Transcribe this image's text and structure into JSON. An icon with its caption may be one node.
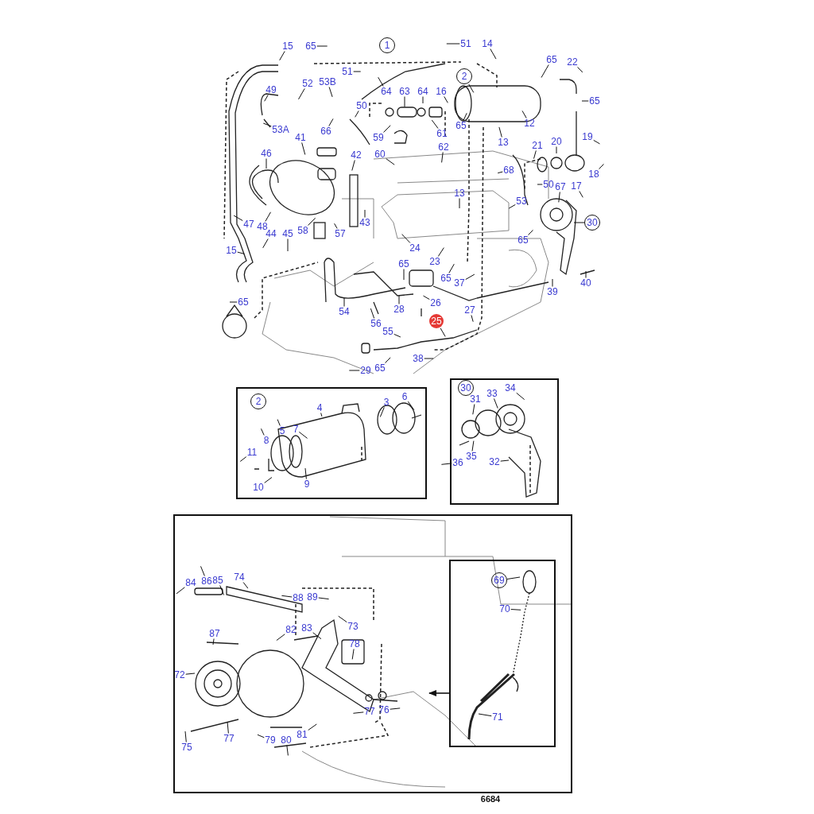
{
  "diagram": {
    "nodes": [
      {
        "text": [
          "15"
        ]
      },
      {
        "text": [
          "65"
        ]
      },
      {
        "text": [
          "1"
        ]
      },
      {
        "text": [
          "51"
        ]
      },
      {
        "text": [
          "14"
        ]
      },
      {
        "text": [
          "65"
        ]
      },
      {
        "text": [
          "22"
        ]
      },
      {
        "text": [
          "2"
        ]
      },
      {
        "text": [
          "49"
        ]
      },
      {
        "text": [
          "52"
        ]
      },
      {
        "text": [
          "53B"
        ]
      },
      {
        "text": [
          "51"
        ]
      },
      {
        "text": [
          "64"
        ]
      },
      {
        "text": [
          "63"
        ]
      },
      {
        "text": [
          "64"
        ]
      },
      {
        "text": [
          "16"
        ]
      },
      {
        "text": [
          "65"
        ]
      },
      {
        "text": [
          "50"
        ]
      },
      {
        "text": [
          "61"
        ]
      },
      {
        "text": [
          "65"
        ]
      },
      {
        "text": [
          "12"
        ]
      },
      {
        "text": [
          "53A"
        ]
      },
      {
        "text": [
          "41"
        ]
      },
      {
        "text": [
          "66"
        ]
      },
      {
        "text": [
          "59"
        ]
      },
      {
        "text": [
          "62"
        ]
      },
      {
        "text": [
          "13"
        ]
      },
      {
        "text": [
          "19"
        ]
      },
      {
        "text": [
          "20"
        ]
      },
      {
        "text": [
          "21"
        ]
      },
      {
        "text": [
          "46"
        ]
      },
      {
        "text": [
          "42"
        ]
      },
      {
        "text": [
          "60"
        ]
      },
      {
        "text": [
          "68"
        ]
      },
      {
        "text": [
          "18"
        ]
      },
      {
        "text": [
          "50"
        ]
      },
      {
        "text": [
          "17"
        ]
      },
      {
        "text": [
          "67"
        ]
      },
      {
        "text": [
          "13"
        ]
      },
      {
        "text": [
          "53"
        ]
      },
      {
        "text": [
          "30"
        ]
      },
      {
        "text": [
          "43"
        ]
      },
      {
        "text": [
          "47"
        ]
      },
      {
        "text": [
          "48"
        ]
      },
      {
        "text": [
          "58"
        ]
      },
      {
        "text": [
          "44"
        ]
      },
      {
        "text": [
          "45"
        ]
      },
      {
        "text": [
          "57"
        ]
      },
      {
        "text": [
          "65"
        ]
      },
      {
        "text": [
          "24"
        ]
      },
      {
        "text": [
          "15"
        ]
      },
      {
        "text": [
          "23"
        ]
      },
      {
        "text": [
          "65"
        ]
      },
      {
        "text": [
          "65"
        ]
      },
      {
        "text": [
          "40"
        ]
      },
      {
        "text": [
          "37"
        ]
      },
      {
        "text": [
          "39"
        ]
      },
      {
        "text": [
          "65"
        ]
      },
      {
        "text": [
          "26"
        ]
      },
      {
        "text": [
          "28"
        ]
      },
      {
        "text": [
          "27"
        ]
      },
      {
        "text": [
          "54"
        ]
      },
      {
        "text": [
          "25"
        ]
      },
      {
        "text": [
          "56"
        ]
      },
      {
        "text": [
          "55"
        ]
      },
      {
        "text": [
          "38"
        ]
      },
      {
        "text": [
          "65"
        ]
      },
      {
        "text": [
          "29"
        ]
      },
      {
        "text": [],
        "shape": "box"
      },
      {
        "text": [
          "4"
        ],
        "in": 68
      },
      {
        "text": [
          "3"
        ],
        "in": 68
      },
      {
        "text": [
          "6"
        ],
        "in": 68
      },
      {
        "text": [
          "5"
        ],
        "in": 68
      },
      {
        "text": [
          "7"
        ],
        "in": 68
      },
      {
        "text": [
          "8"
        ],
        "in": 68
      },
      {
        "text": [
          "11"
        ],
        "in": 68
      },
      {
        "text": [
          "9"
        ],
        "in": 68
      },
      {
        "text": [
          "10"
        ],
        "in": 68
      },
      {
        "text": [],
        "shape": "box"
      },
      {
        "text": [
          "34"
        ],
        "in": 78
      },
      {
        "text": [
          "33"
        ],
        "in": 78
      },
      {
        "text": [
          "31"
        ],
        "in": 78
      },
      {
        "text": [
          "35"
        ],
        "in": 78
      },
      {
        "text": [
          "32"
        ],
        "in": 78
      },
      {
        "text": [
          "36"
        ],
        "in": 78
      },
      {
        "text": [],
        "shape": "box"
      },
      {
        "text": [
          "74"
        ],
        "in": 85
      },
      {
        "text": [
          "84"
        ],
        "in": 85
      },
      {
        "text": [
          "86"
        ],
        "in": 85
      },
      {
        "text": [
          "85"
        ],
        "in": 85
      },
      {
        "text": [
          "88"
        ],
        "in": 85
      },
      {
        "text": [
          "89"
        ],
        "in": 85
      },
      {
        "text": [
          "73"
        ],
        "in": 85
      },
      {
        "text": [
          "83"
        ],
        "in": 85
      },
      {
        "text": [
          "82"
        ],
        "in": 85
      },
      {
        "text": [
          "87"
        ],
        "in": 85
      },
      {
        "text": [
          "78"
        ],
        "in": 85
      },
      {
        "text": [
          "72"
        ],
        "in": 85
      },
      {
        "text": [
          "76"
        ],
        "in": 85
      },
      {
        "text": [
          "77"
        ],
        "in": 85
      },
      {
        "text": [
          "77"
        ],
        "in": 85
      },
      {
        "text": [
          "81"
        ],
        "in": 85
      },
      {
        "text": [
          "79"
        ],
        "in": 85
      },
      {
        "text": [
          "80"
        ],
        "in": 85
      },
      {
        "text": [
          "75"
        ],
        "in": 85
      },
      {
        "text": [],
        "shape": "box",
        "in": 85
      },
      {
        "text": [
          "69"
        ],
        "in": 105
      },
      {
        "text": [
          "70"
        ],
        "in": 105
      },
      {
        "text": [
          "71"
        ],
        "in": 105
      },
      {
        "text": [
          "2"
        ],
        "in": 68
      },
      {
        "text": [
          "30"
        ],
        "in": 78
      }
    ],
    "edges": [
      {
        "from": 0,
        "to": null,
        "arrow": "none"
      },
      {
        "from": 1,
        "to": null,
        "arrow": "none"
      },
      {
        "from": 3,
        "to": null,
        "arrow": "none"
      },
      {
        "from": 4,
        "to": null,
        "arrow": "none"
      },
      {
        "from": 5,
        "to": null,
        "arrow": "none"
      },
      {
        "from": 6,
        "to": null,
        "arrow": "none"
      },
      {
        "from": 7,
        "to": null,
        "arrow": "none"
      },
      {
        "from": 8,
        "to": null,
        "arrow": "none"
      },
      {
        "from": 9,
        "to": null,
        "arrow": "none"
      },
      {
        "from": 10,
        "to": null,
        "arrow": "none"
      },
      {
        "from": 11,
        "to": null,
        "arrow": "none"
      },
      {
        "from": 12,
        "to": null,
        "arrow": "none"
      },
      {
        "from": 13,
        "to": null,
        "arrow": "none"
      },
      {
        "from": 14,
        "to": null,
        "arrow": "none"
      },
      {
        "from": 15,
        "to": null,
        "arrow": "none"
      },
      {
        "from": 16,
        "to": null,
        "arrow": "none"
      },
      {
        "from": 17,
        "to": null,
        "arrow": "none"
      },
      {
        "from": 18,
        "to": null,
        "arrow": "none"
      },
      {
        "from": 19,
        "to": null,
        "arrow": "none"
      },
      {
        "from": 20,
        "to": null,
        "arrow": "none"
      },
      {
        "from": 21,
        "to": null,
        "arrow": "none"
      },
      {
        "from": 22,
        "to": null,
        "arrow": "none"
      },
      {
        "from": 23,
        "to": null,
        "arrow": "none"
      },
      {
        "from": 24,
        "to": null,
        "arrow": "none"
      },
      {
        "from": 25,
        "to": null,
        "arrow": "none"
      },
      {
        "from": 26,
        "to": null,
        "arrow": "none"
      },
      {
        "from": 27,
        "to": null,
        "arrow": "none"
      },
      {
        "from": 28,
        "to": null,
        "arrow": "none"
      },
      {
        "from": 29,
        "to": null,
        "arrow": "none"
      },
      {
        "from": 30,
        "to": null,
        "arrow": "none"
      },
      {
        "from": 31,
        "to": null,
        "arrow": "none"
      },
      {
        "from": 32,
        "to": null,
        "arrow": "none"
      },
      {
        "from": 33,
        "to": null,
        "arrow": "none"
      },
      {
        "from": 34,
        "to": null,
        "arrow": "none"
      },
      {
        "from": 35,
        "to": null,
        "arrow": "none"
      },
      {
        "from": 36,
        "to": null,
        "arrow": "none"
      },
      {
        "from": 37,
        "to": null,
        "arrow": "none"
      },
      {
        "from": 38,
        "to": null,
        "arrow": "none"
      },
      {
        "from": 39,
        "to": null,
        "arrow": "none"
      },
      {
        "from": 40,
        "to": null,
        "arrow": "none"
      },
      {
        "from": 41,
        "to": null,
        "arrow": "none"
      },
      {
        "from": 42,
        "to": null,
        "arrow": "none"
      },
      {
        "from": 43,
        "to": null,
        "arrow": "none"
      },
      {
        "from": 44,
        "to": null,
        "arrow": "none"
      },
      {
        "from": 45,
        "to": null,
        "arrow": "none"
      },
      {
        "from": 46,
        "to": null,
        "arrow": "none"
      },
      {
        "from": 47,
        "to": null,
        "arrow": "none"
      },
      {
        "from": 48,
        "to": null,
        "arrow": "none"
      },
      {
        "from": 49,
        "to": null,
        "arrow": "none"
      },
      {
        "from": 50,
        "to": null,
        "arrow": "none"
      },
      {
        "from": 51,
        "to": null,
        "arrow": "none"
      },
      {
        "from": 52,
        "to": null,
        "arrow": "none"
      },
      {
        "from": 53,
        "to": null,
        "arrow": "none"
      },
      {
        "from": 54,
        "to": null,
        "arrow": "none"
      },
      {
        "from": 55,
        "to": null,
        "arrow": "none"
      },
      {
        "from": 56,
        "to": null,
        "arrow": "none"
      },
      {
        "from": 57,
        "to": null,
        "arrow": "none"
      },
      {
        "from": 58,
        "to": null,
        "arrow": "none"
      },
      {
        "from": 59,
        "to": null,
        "arrow": "none"
      },
      {
        "from": 60,
        "to": null,
        "arrow": "none"
      },
      {
        "from": 61,
        "to": null,
        "arrow": "none"
      },
      {
        "from": 62,
        "to": null,
        "arrow": "none"
      },
      {
        "from": 63,
        "to": null,
        "arrow": "none"
      },
      {
        "from": 64,
        "to": null,
        "arrow": "none"
      },
      {
        "from": 65,
        "to": null,
        "arrow": "none"
      },
      {
        "from": 66,
        "to": null,
        "arrow": "none"
      },
      {
        "from": 67,
        "to": null,
        "arrow": "none"
      },
      {
        "from": 69,
        "to": null,
        "arrow": "none"
      },
      {
        "from": 70,
        "to": null,
        "arrow": "none"
      },
      {
        "from": 71,
        "to": null,
        "arrow": "none"
      },
      {
        "from": 72,
        "to": null,
        "arrow": "none"
      },
      {
        "from": 73,
        "to": null,
        "arrow": "none"
      },
      {
        "from": 74,
        "to": null,
        "arrow": "none"
      },
      {
        "from": 75,
        "to": null,
        "arrow": "none"
      },
      {
        "from": 76,
        "to": null,
        "arrow": "none"
      },
      {
        "from": 77,
        "to": null,
        "arrow": "none"
      },
      {
        "from": 79,
        "to": null,
        "arrow": "none"
      },
      {
        "from": 80,
        "to": null,
        "arrow": "none"
      },
      {
        "from": 81,
        "to": null,
        "arrow": "none"
      },
      {
        "from": 82,
        "to": null,
        "arrow": "none"
      },
      {
        "from": 83,
        "to": null,
        "arrow": "none"
      },
      {
        "from": 84,
        "to": null,
        "arrow": "none"
      },
      {
        "from": 86,
        "to": null,
        "arrow": "none"
      },
      {
        "from": 87,
        "to": null,
        "arrow": "none"
      },
      {
        "from": 88,
        "to": null,
        "arrow": "none"
      },
      {
        "from": 89,
        "to": null,
        "arrow": "none"
      },
      {
        "from": 90,
        "to": null,
        "arrow": "none"
      },
      {
        "from": 91,
        "to": null,
        "arrow": "none"
      },
      {
        "from": 92,
        "to": null,
        "arrow": "none"
      },
      {
        "from": 93,
        "to": null,
        "arrow": "none"
      },
      {
        "from": 94,
        "to": null,
        "arrow": "none"
      },
      {
        "from": 95,
        "to": null,
        "arrow": "none"
      },
      {
        "from": 96,
        "to": null,
        "arrow": "none"
      },
      {
        "from": 97,
        "to": null,
        "arrow": "none"
      },
      {
        "from": 98,
        "to": null,
        "arrow": "none"
      },
      {
        "from": 99,
        "to": null,
        "arrow": "none"
      },
      {
        "from": 100,
        "to": null,
        "arrow": "none"
      },
      {
        "from": 101,
        "to": null,
        "arrow": "none"
      },
      {
        "from": 102,
        "to": null,
        "arrow": "none"
      },
      {
        "from": 103,
        "to": null,
        "arrow": "none"
      },
      {
        "from": 104,
        "to": null,
        "arrow": "none"
      },
      {
        "from": 105,
        "to": null,
        "arrow": "to"
      },
      {
        "from": 106,
        "to": null,
        "arrow": "none"
      },
      {
        "from": 107,
        "to": null,
        "arrow": "none"
      },
      {
        "from": 108,
        "to": null,
        "arrow": "none"
      }
    ],
    "labels": [
      "6684"
    ]
  }
}
